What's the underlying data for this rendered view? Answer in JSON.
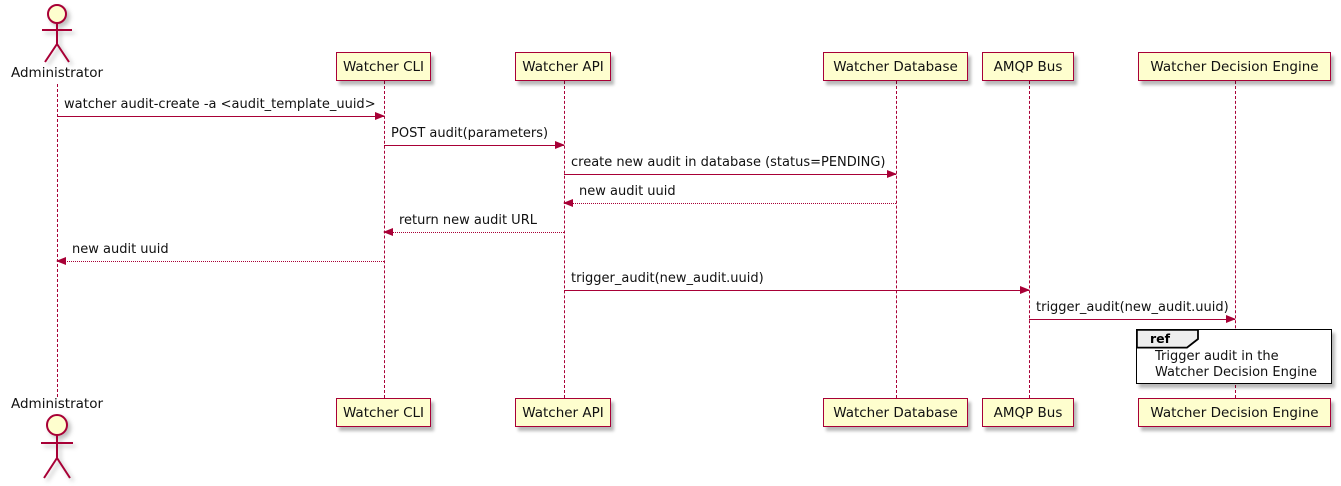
{
  "diagram": {
    "type": "sequence-diagram",
    "colors": {
      "participant_fill": "#FEFECE",
      "participant_border": "#A80036",
      "arrow_line": "#A80036",
      "text": "#111111",
      "ref_border": "#000000",
      "ref_fill": "#FFFFFF",
      "ref_tab_fill": "#EEEEEE",
      "background": "#FFFFFF"
    },
    "participants": [
      {
        "id": "administrator",
        "label": "Administrator",
        "kind": "actor"
      },
      {
        "id": "watcher-cli",
        "label": "Watcher CLI",
        "kind": "participant"
      },
      {
        "id": "watcher-api",
        "label": "Watcher API",
        "kind": "participant"
      },
      {
        "id": "watcher-database",
        "label": "Watcher Database",
        "kind": "participant"
      },
      {
        "id": "amqp-bus",
        "label": "AMQP Bus",
        "kind": "participant"
      },
      {
        "id": "watcher-decision-engine",
        "label": "Watcher Decision Engine",
        "kind": "participant"
      }
    ],
    "messages": [
      {
        "from": "Administrator",
        "to": "Watcher CLI",
        "label": "watcher audit-create -a <audit_template_uuid>",
        "line": "solid",
        "direction": "right"
      },
      {
        "from": "Watcher CLI",
        "to": "Watcher API",
        "label": "POST audit(parameters)",
        "line": "solid",
        "direction": "right"
      },
      {
        "from": "Watcher API",
        "to": "Watcher Database",
        "label": "create new audit in database (status=PENDING)",
        "line": "solid",
        "direction": "right"
      },
      {
        "from": "Watcher Database",
        "to": "Watcher API",
        "label": "new audit uuid",
        "line": "dashed",
        "direction": "left"
      },
      {
        "from": "Watcher API",
        "to": "Watcher CLI",
        "label": "return new audit URL",
        "line": "dashed",
        "direction": "left"
      },
      {
        "from": "Watcher CLI",
        "to": "Administrator",
        "label": "new audit uuid",
        "line": "dashed",
        "direction": "left"
      },
      {
        "from": "Watcher API",
        "to": "AMQP Bus",
        "label": "trigger_audit(new_audit.uuid)",
        "line": "solid",
        "direction": "right"
      },
      {
        "from": "AMQP Bus",
        "to": "Watcher Decision Engine",
        "label": "trigger_audit(new_audit.uuid)",
        "line": "solid",
        "direction": "right"
      }
    ],
    "ref_fragment": {
      "keyword": "ref",
      "over": "Watcher Decision Engine",
      "text_lines": [
        "Trigger audit in the",
        "Watcher Decision Engine"
      ]
    }
  }
}
